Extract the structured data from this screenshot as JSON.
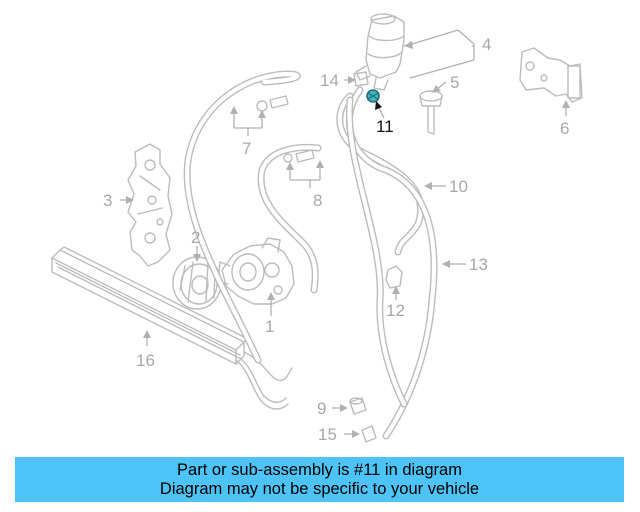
{
  "callouts": {
    "c1": "1",
    "c2": "2",
    "c3": "3",
    "c4": "4",
    "c5": "5",
    "c6": "6",
    "c7": "7",
    "c8": "8",
    "c9": "9",
    "c10": "10",
    "c11": "11",
    "c12": "12",
    "c13": "13",
    "c14": "14",
    "c15": "15",
    "c16": "16"
  },
  "highlight": {
    "part_number": "11",
    "color": "#3fb6c4",
    "callout_color": "#111111"
  },
  "banner": {
    "line1": "Part or sub-assembly is #11 in diagram",
    "line2": "Diagram may not be specific to your vehicle",
    "background": "#4dc3f7"
  },
  "line_color": "#bcbcbc",
  "label_color": "#a8a8a8"
}
